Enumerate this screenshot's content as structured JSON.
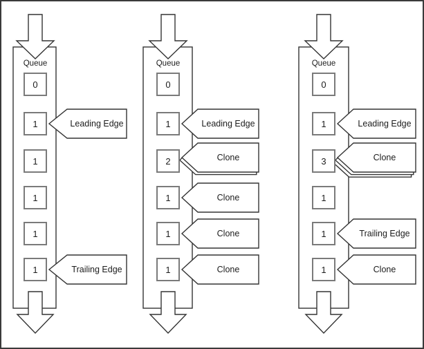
{
  "diagram": {
    "queue_label": "Queue",
    "columns": [
      {
        "name": "queue-stage-1",
        "boxes": [
          {
            "value": "0"
          },
          {
            "value": "1",
            "callout": "Leading Edge",
            "stack": 1
          },
          {
            "value": "1"
          },
          {
            "value": "1"
          },
          {
            "value": "1"
          },
          {
            "value": "1",
            "callout": "Trailing Edge",
            "stack": 1
          }
        ]
      },
      {
        "name": "queue-stage-2",
        "boxes": [
          {
            "value": "0"
          },
          {
            "value": "1",
            "callout": "Leading Edge",
            "stack": 1
          },
          {
            "value": "2",
            "callout": "Clone",
            "stack": 2
          },
          {
            "value": "1",
            "callout": "Clone",
            "stack": 1
          },
          {
            "value": "1",
            "callout": "Clone",
            "stack": 1
          },
          {
            "value": "1",
            "callout": "Clone",
            "stack": 1
          }
        ]
      },
      {
        "name": "queue-stage-3",
        "boxes": [
          {
            "value": "0"
          },
          {
            "value": "1",
            "callout": "Leading Edge",
            "stack": 1
          },
          {
            "value": "3",
            "callout": "Clone",
            "stack": 3
          },
          {
            "value": "1"
          },
          {
            "value": "1",
            "callout": "Trailing Edge",
            "stack": 1
          },
          {
            "value": "1",
            "callout": "Clone",
            "stack": 1
          }
        ]
      }
    ],
    "colors": {
      "outline": "#333333",
      "box_border": "#7a7a7a",
      "text": "#1c1c1c",
      "background": "#ffffff"
    }
  }
}
